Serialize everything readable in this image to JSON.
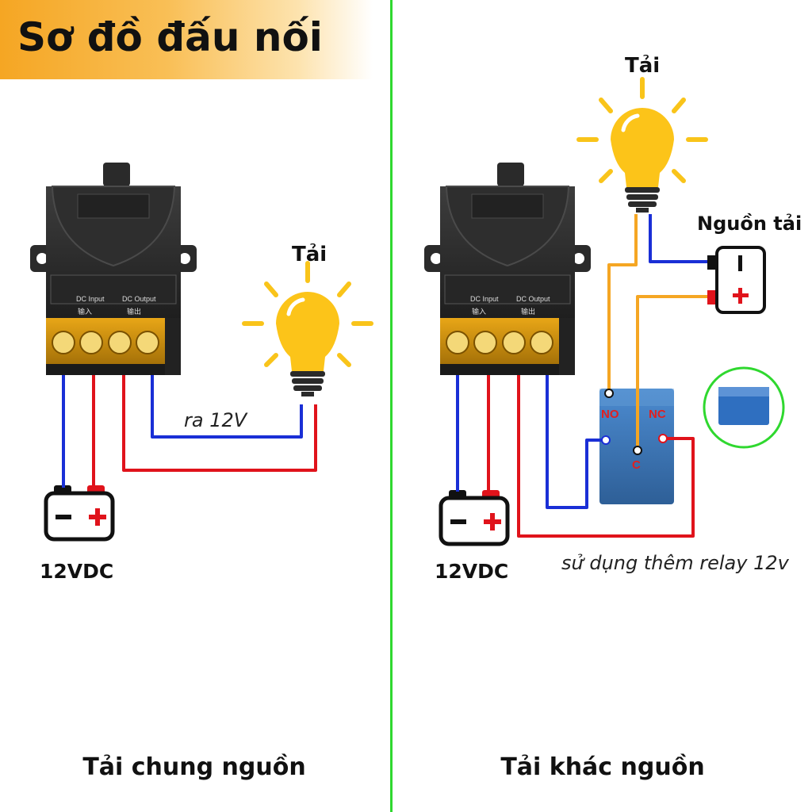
{
  "title": "Sơ đồ đấu nối",
  "left": {
    "load_label": "Tải",
    "wire_label": "ra 12V",
    "battery_label": "12VDC",
    "caption": "Tải chung nguồn"
  },
  "right": {
    "load_label": "Tải",
    "source_label": "Nguồn tải",
    "battery_label": "12VDC",
    "relay_note": "sử dụng thêm relay 12v",
    "caption": "Tải khác nguồn",
    "relay_terminals": {
      "no": "NO",
      "nc": "NC",
      "c": "C"
    }
  },
  "module_markings": {
    "input": "DC Input",
    "output": "DC Output",
    "input_cn": "输入",
    "output_cn": "输出"
  },
  "colors": {
    "blue_wire": "#1a2fd6",
    "red_wire": "#e0131b",
    "orange_wire": "#f5a623",
    "divider": "#2fd82f",
    "bulb": "#fcc419",
    "relay": "#3a78b8"
  }
}
